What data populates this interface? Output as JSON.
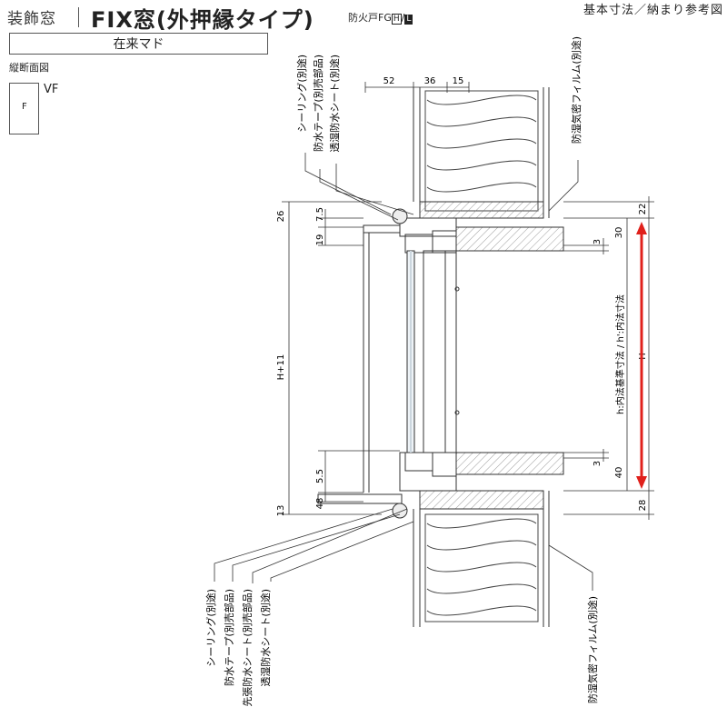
{
  "header": {
    "category": "装飾窓",
    "title": "FIX窓(外押縁タイプ)",
    "fire_rating": "防火戸FG",
    "badge_h": "H",
    "badge_l": "L",
    "right_title": "基本寸法／納まり参考図"
  },
  "type_label": "在来マド",
  "section_label": "縦断面図",
  "elevation": {
    "pane_label": "F",
    "type": "VF"
  },
  "top_callouts": [
    "シーリング(別途)",
    "防水テープ(別売部品)",
    "透湿防水シート(別途)"
  ],
  "right_callout": "防湿気密フィルム(別途)",
  "bottom_callouts": [
    "シーリング(別途)",
    "防水テープ(別売部品)",
    "先張防水シート(別売部品)",
    "透湿防水シート(別途)"
  ],
  "bottom_right_callout": "防湿気密フィルム(別途)",
  "dims": {
    "top_52": "52",
    "top_36": "36",
    "top_15": "15",
    "left_26": "26",
    "left_7_5": "7.5",
    "left_19": "19",
    "left_H11": "H+11",
    "left_5_5": "5.5",
    "left_48": "48",
    "left_13": "13",
    "right_22": "22",
    "right_30": "30",
    "right_3a": "3",
    "right_3b": "3",
    "right_40": "40",
    "right_28": "28",
    "right_inner": "h:内法基準寸法 / h':内法寸法",
    "right_H": "H"
  },
  "colors": {
    "accent_arrow": "#e0201b",
    "line": "#333333"
  }
}
